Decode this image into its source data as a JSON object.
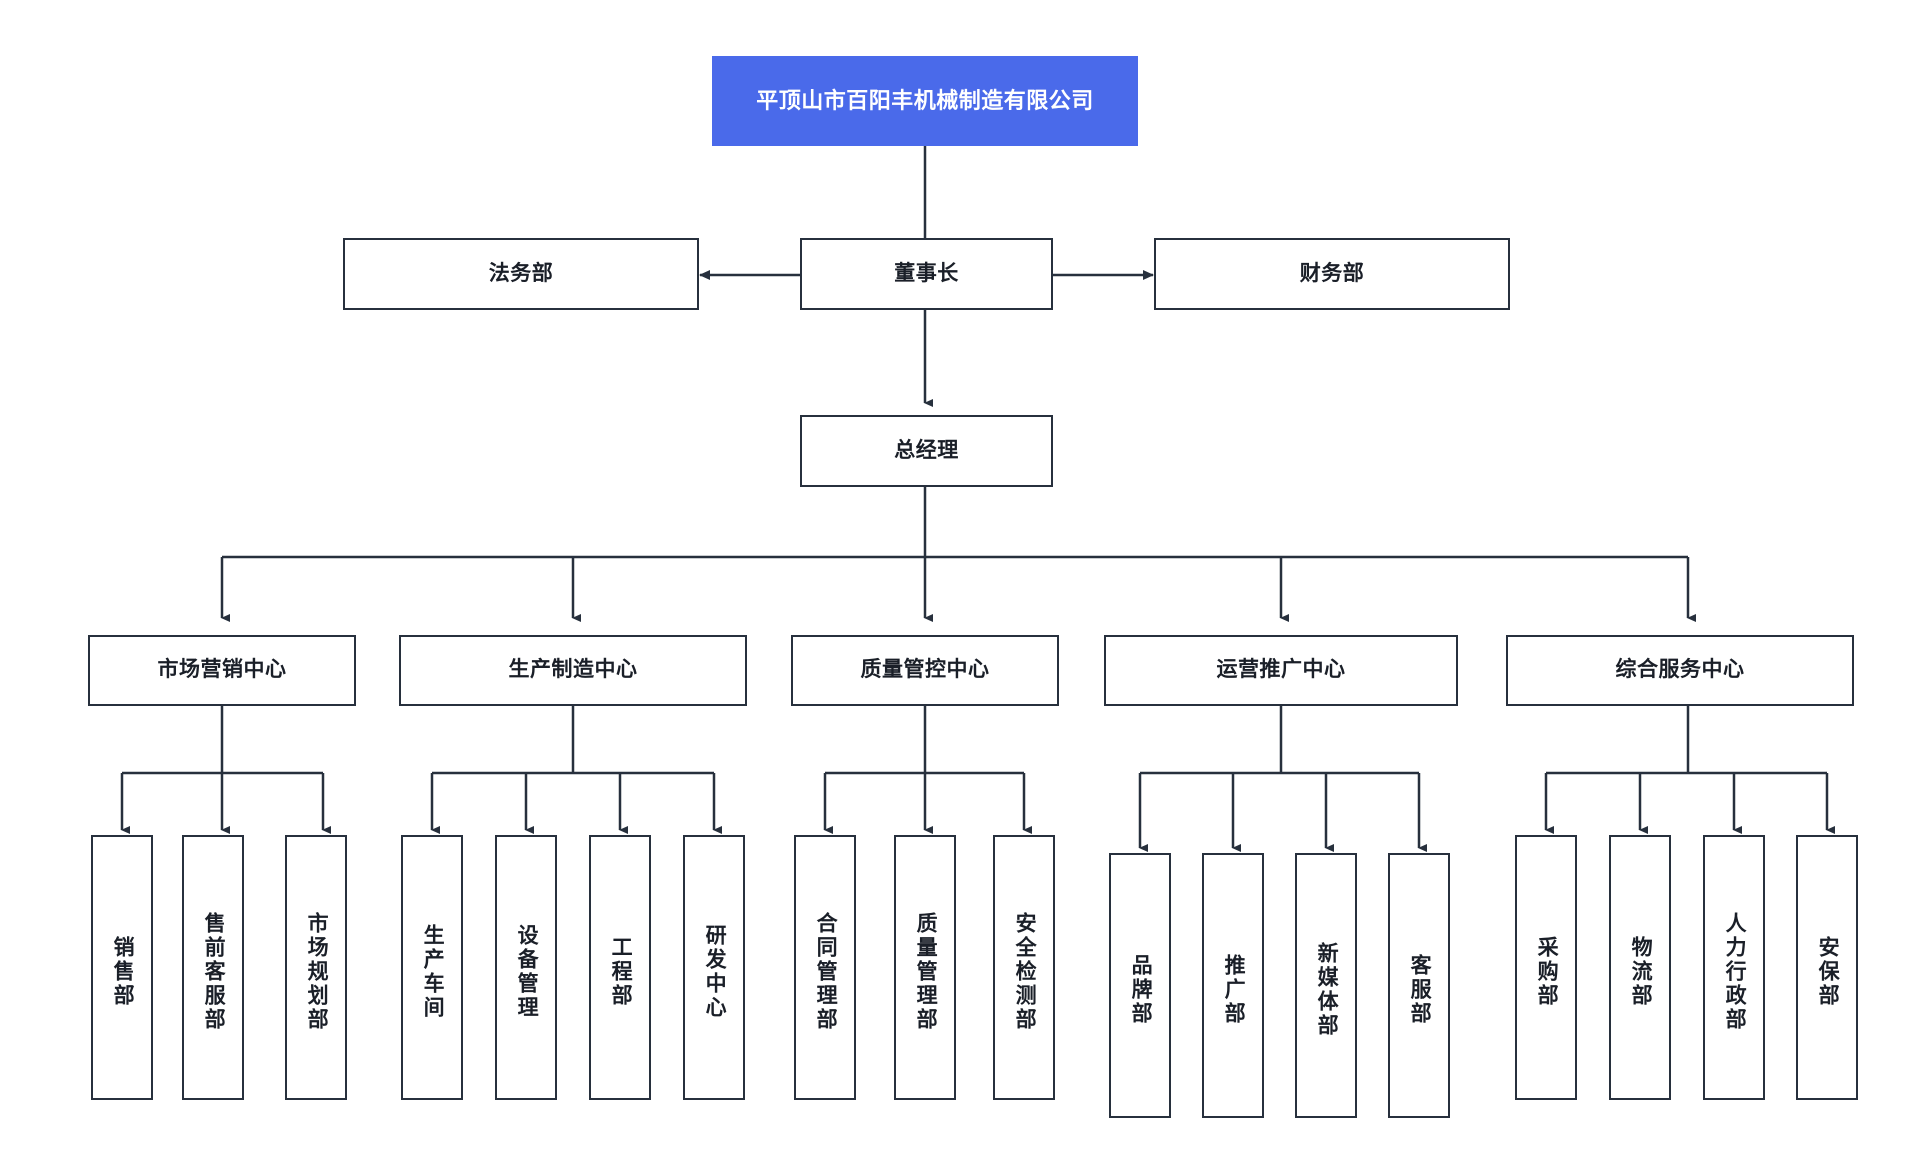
{
  "diagram": {
    "title": "平顶山市百阳丰机械制造有限公司",
    "type": "organization-chart",
    "accent_color": "#4a6aea",
    "border_color": "#27303d",
    "background_color": "#ffffff",
    "text_color": "#1a1f28"
  },
  "nodes": {
    "root": {
      "label": "平顶山市百阳丰机械制造有限公司"
    },
    "chairman": {
      "label": "董事长"
    },
    "legal": {
      "label": "法务部"
    },
    "finance": {
      "label": "财务部"
    },
    "general_manager": {
      "label": "总经理"
    },
    "centers": [
      {
        "label": "市场营销中心"
      },
      {
        "label": "生产制造中心"
      },
      {
        "label": "质量管控中心"
      },
      {
        "label": "运营推广中心"
      },
      {
        "label": "综合服务中心"
      }
    ],
    "departments": [
      {
        "label": "销售部"
      },
      {
        "label": "售前客服部"
      },
      {
        "label": "市场规划部"
      },
      {
        "label": "生产车间"
      },
      {
        "label": "设备管理"
      },
      {
        "label": "工程部"
      },
      {
        "label": "研发中心"
      },
      {
        "label": "合同管理部"
      },
      {
        "label": "质量管理部"
      },
      {
        "label": "安全检测部"
      },
      {
        "label": "品牌部"
      },
      {
        "label": "推广部"
      },
      {
        "label": "新媒体部"
      },
      {
        "label": "客服部"
      },
      {
        "label": "采购部"
      },
      {
        "label": "物流部"
      },
      {
        "label": "人力行政部"
      },
      {
        "label": "安保部"
      }
    ]
  }
}
